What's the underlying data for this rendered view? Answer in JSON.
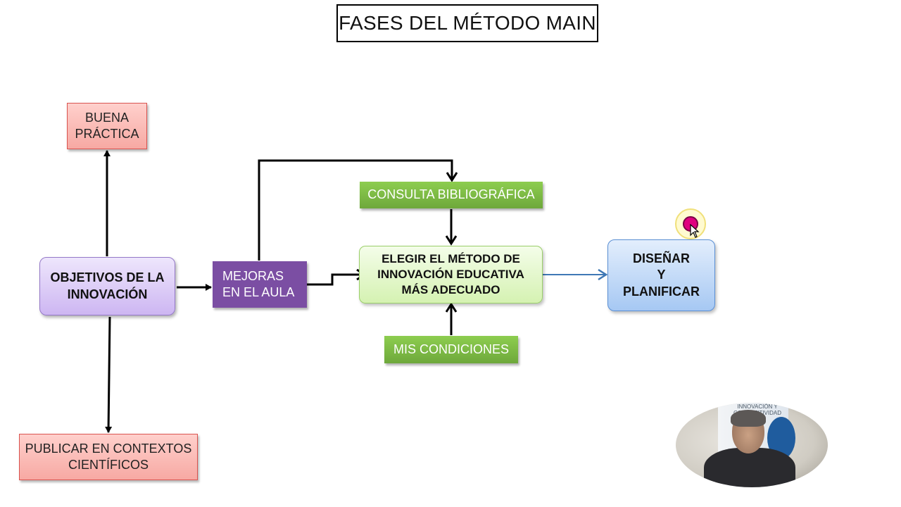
{
  "title": "FASES DEL MÉTODO MAIN",
  "nodes": {
    "buena_practica": "BUENA\nPRÁCTICA",
    "objetivos": "OBJETIVOS DE LA\nINNOVACIÓN",
    "publicar": "PUBLICAR EN CONTEXTOS\nCIENTÍFICOS",
    "mejoras": "MEJORAS\n  EN EL AULA",
    "consulta": "CONSULTA BIBLIOGRÁFICA",
    "elegir": "ELEGIR EL MÉTODO DE\nINNOVACIÓN EDUCATIVA\nMÁS ADECUADO",
    "condiciones": "MIS CONDICIONES",
    "disenar": "DISEÑAR\nY\nPLANIFICAR"
  },
  "colors": {
    "red_box": "#f7a9a3",
    "lilac_box": "#cdb6f2",
    "purple_box": "#7b4ea3",
    "green_box": "#78b343",
    "light_green_box": "#d5f2b2",
    "blue_box": "#a6c8f3",
    "arrow": "#000000",
    "blue_arrow": "#3f78b5",
    "cursor": "#e0007f"
  },
  "webcam": {
    "banner_text": "INNOVACIÓN Y\nCOMPETITIVIDAD"
  }
}
